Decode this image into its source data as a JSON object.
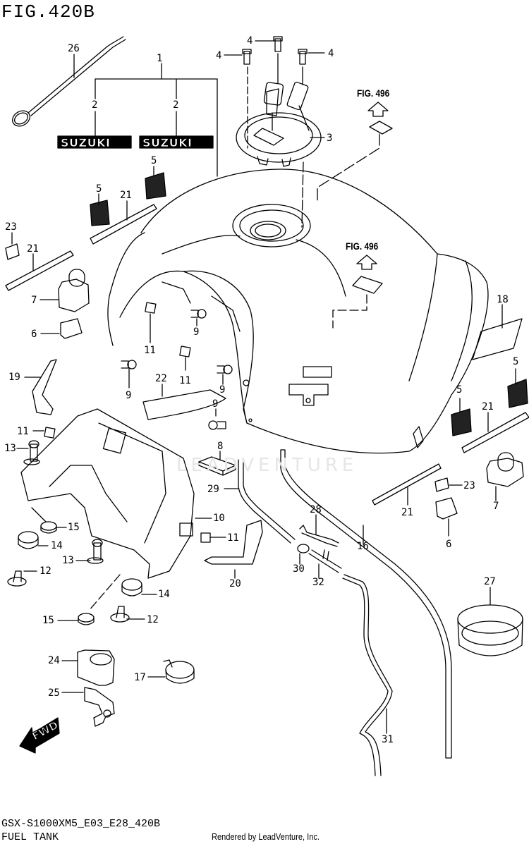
{
  "figure": {
    "title": "FIG.420B",
    "model_code": "GSX-S1000XM5_E03_E28_420B",
    "section_name": "FUEL TANK",
    "rendered_by": "Rendered by LeadVenture, Inc.",
    "watermark": "LEADVENTURE",
    "fwd_label": "FWD"
  },
  "references": [
    {
      "id": "ref-top",
      "label": "FIG. 496"
    },
    {
      "id": "ref-tank",
      "label": "FIG. 496"
    }
  ],
  "emblems": [
    {
      "text": "SUZUKI"
    },
    {
      "text": "SUZUKI"
    }
  ],
  "callouts": [
    {
      "num": "1",
      "part": "fuel-tank-assy"
    },
    {
      "num": "2",
      "part": "emblem-left"
    },
    {
      "num": "2",
      "part": "emblem-right"
    },
    {
      "num": "3",
      "part": "fuel-cap"
    },
    {
      "num": "4",
      "part": "cap-bolt-left"
    },
    {
      "num": "4",
      "part": "cap-bolt-center"
    },
    {
      "num": "4",
      "part": "cap-bolt-right"
    },
    {
      "num": "5",
      "part": "pad-upper-left"
    },
    {
      "num": "5",
      "part": "pad-upper-center"
    },
    {
      "num": "5",
      "part": "pad-right-lower"
    },
    {
      "num": "5",
      "part": "pad-right-upper"
    },
    {
      "num": "6",
      "part": "cushion-left"
    },
    {
      "num": "6",
      "part": "cushion-right"
    },
    {
      "num": "7",
      "part": "bumper-left"
    },
    {
      "num": "7",
      "part": "bumper-right"
    },
    {
      "num": "8",
      "part": "cushion-pad"
    },
    {
      "num": "9",
      "part": "bolt-a"
    },
    {
      "num": "9",
      "part": "bolt-b"
    },
    {
      "num": "9",
      "part": "bolt-c"
    },
    {
      "num": "9",
      "part": "bolt-d"
    },
    {
      "num": "10",
      "part": "tank-bracket"
    },
    {
      "num": "11",
      "part": "nut-a"
    },
    {
      "num": "11",
      "part": "nut-b"
    },
    {
      "num": "11",
      "part": "nut-c"
    },
    {
      "num": "11",
      "part": "nut-d"
    },
    {
      "num": "12",
      "part": "collar-left"
    },
    {
      "num": "12",
      "part": "collar-right"
    },
    {
      "num": "13",
      "part": "bolt-mount-left"
    },
    {
      "num": "13",
      "part": "bolt-mount-right"
    },
    {
      "num": "14",
      "part": "cushion-mount-left"
    },
    {
      "num": "14",
      "part": "cushion-mount-right"
    },
    {
      "num": "15",
      "part": "grommet-left"
    },
    {
      "num": "15",
      "part": "grommet-right"
    },
    {
      "num": "16",
      "part": "drain-hose"
    },
    {
      "num": "17",
      "part": "hose-clamp"
    },
    {
      "num": "18",
      "part": "label"
    },
    {
      "num": "19",
      "part": "stay"
    },
    {
      "num": "20",
      "part": "hose-bracket"
    },
    {
      "num": "21",
      "part": "seal-strip-upper-left"
    },
    {
      "num": "21",
      "part": "seal-strip-left"
    },
    {
      "num": "21",
      "part": "seal-strip-right-upper"
    },
    {
      "num": "21",
      "part": "seal-strip-right-lower"
    },
    {
      "num": "22",
      "part": "heat-shield"
    },
    {
      "num": "23",
      "part": "cushion-small-left"
    },
    {
      "num": "23",
      "part": "cushion-small-right"
    },
    {
      "num": "24",
      "part": "clamp"
    },
    {
      "num": "25",
      "part": "clamp-bracket"
    },
    {
      "num": "26",
      "part": "tank-prop-rod"
    },
    {
      "num": "27",
      "part": "cover-ring"
    },
    {
      "num": "28",
      "part": "breather-hose"
    },
    {
      "num": "29",
      "part": "hose-29"
    },
    {
      "num": "30",
      "part": "hose-cap"
    },
    {
      "num": "31",
      "part": "breather-hose-long"
    },
    {
      "num": "32",
      "part": "joint"
    }
  ]
}
